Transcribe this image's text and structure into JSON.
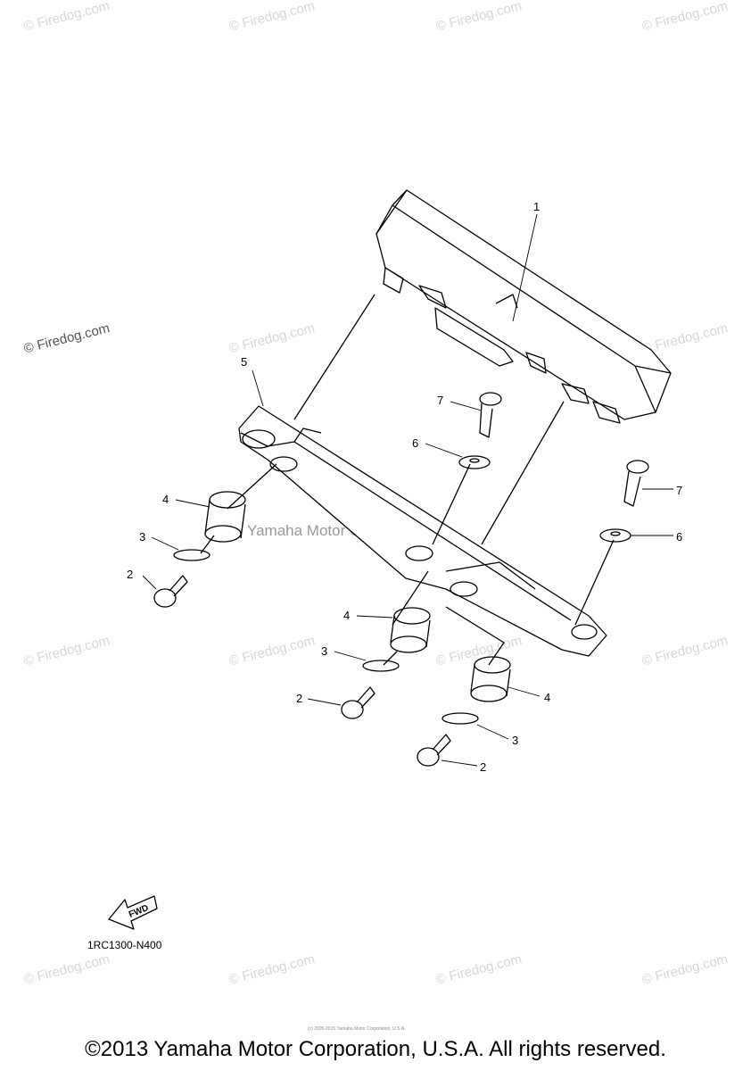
{
  "watermarks": [
    "© Firedog.com",
    "© Firedog.com",
    "© Firedog.com",
    "© Firedog.com",
    "© Firedog.com",
    "© Firedog.com",
    "© Firedog.com",
    "© Firedog.com",
    "© Firedog.com",
    "© Firedog.com",
    "© Firedog.com",
    "© Firedog.com",
    "© Firedog.com",
    "© Firedog.com",
    "© Firedog.com"
  ],
  "center_watermark": "Yamaha Motor Corp., U.S.A.",
  "callouts": [
    "1",
    "5",
    "7",
    "6",
    "7",
    "6",
    "4",
    "3",
    "2",
    "4",
    "3",
    "2",
    "4",
    "3",
    "2"
  ],
  "fwd_label": "FWD",
  "part_code": "1RC1300-N400",
  "tiny_notice": "(c) 2005-2015 Yamaha Motor Corporation, U.S.A.",
  "copyright": "©2013 Yamaha Motor Corporation, U.S.A. All rights reserved."
}
